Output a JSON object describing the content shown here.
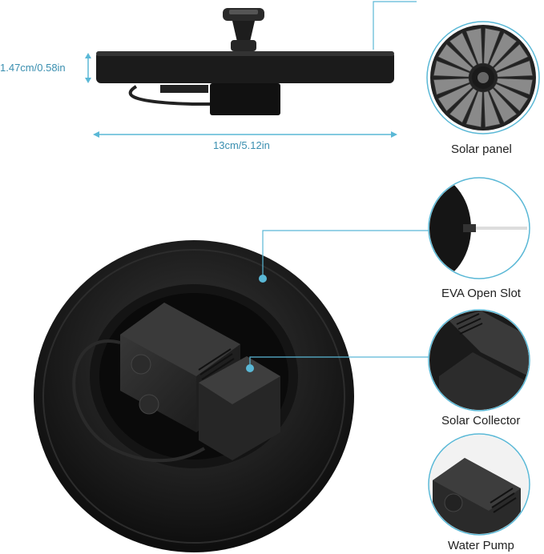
{
  "dimensions": {
    "height": "1.47cm/0.58in",
    "diameter": "13cm/5.12in"
  },
  "callouts": {
    "solar_panel": "Solar panel",
    "eva_open_slot": "EVA Open Slot",
    "solar_collector": "Solar Collector",
    "water_pump": "Water Pump"
  },
  "colors": {
    "leader_line": "#5ab8d6",
    "product_black": "#1a1a1a"
  }
}
